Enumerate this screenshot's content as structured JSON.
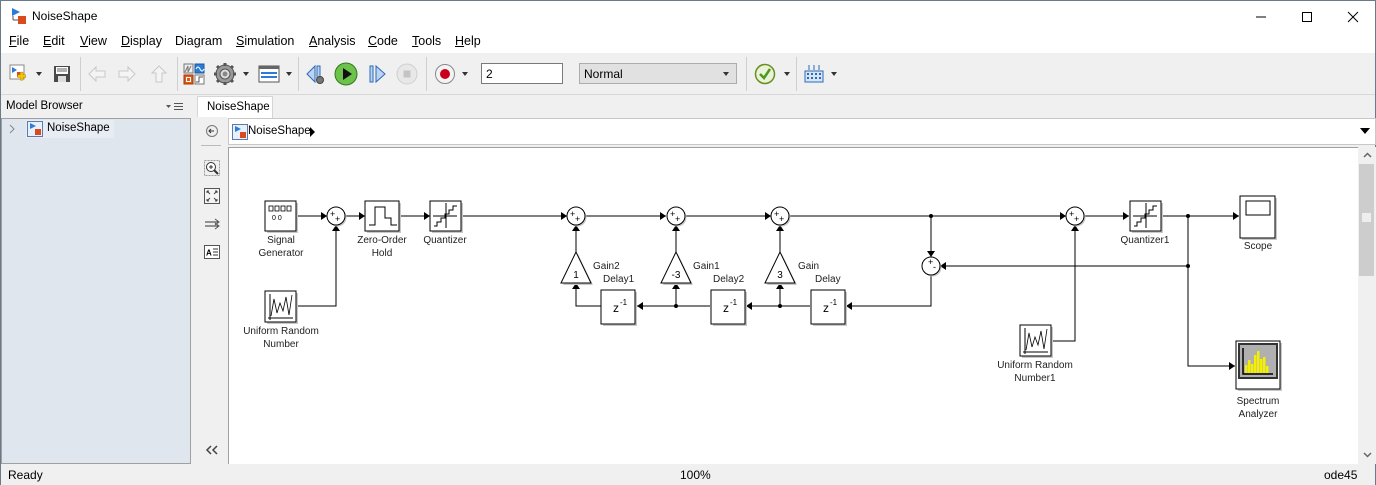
{
  "window": {
    "title": "NoiseShape",
    "minimize_icon": "minimize-icon",
    "maximize_icon": "maximize-icon",
    "close_icon": "close-icon"
  },
  "menubar": {
    "items": [
      {
        "label": "File",
        "accel": "F"
      },
      {
        "label": "Edit",
        "accel": "E"
      },
      {
        "label": "View",
        "accel": "V"
      },
      {
        "label": "Display",
        "accel": "D"
      },
      {
        "label": "Diagram",
        "accel": "g"
      },
      {
        "label": "Simulation",
        "accel": "S"
      },
      {
        "label": "Analysis",
        "accel": "A"
      },
      {
        "label": "Code",
        "accel": "C"
      },
      {
        "label": "Tools",
        "accel": "T"
      },
      {
        "label": "Help",
        "accel": "H"
      }
    ]
  },
  "toolbar": {
    "new_icon": "new-model-icon",
    "save_icon": "save-icon",
    "back_icon": "back-arrow-icon",
    "forward_icon": "forward-arrow-icon",
    "up_icon": "up-arrow-icon",
    "library_icon": "library-browser-icon",
    "settings_icon": "gear-icon",
    "explorer_icon": "model-explorer-icon",
    "step_back_icon": "step-back-icon",
    "run_icon": "run-icon",
    "step_forward_icon": "step-forward-icon",
    "stop_icon": "stop-icon",
    "record_icon": "record-icon",
    "stop_time": "2",
    "sim_mode": "Normal",
    "advisor_icon": "model-advisor-check-icon",
    "build_icon": "build-icon"
  },
  "model_browser": {
    "title": "Model Browser",
    "tree": [
      {
        "label": "NoiseShape",
        "expanded": false
      }
    ]
  },
  "tabs": [
    {
      "label": "NoiseShape",
      "active": true
    }
  ],
  "breadcrumb": {
    "items": [
      "NoiseShape"
    ]
  },
  "palette": {
    "items": [
      "hide-explorer-bar-icon",
      "zoom-icon",
      "fit-to-view-icon",
      "route-lines-icon",
      "annotation-icon",
      "collapse-icon"
    ]
  },
  "diagram": {
    "blocks": [
      {
        "id": "signal-generator",
        "label_lines": [
          "Signal",
          "Generator"
        ]
      },
      {
        "id": "uniform-random-number",
        "label_lines": [
          "Uniform Random",
          "Number"
        ]
      },
      {
        "id": "sum-input",
        "signs": [
          "+",
          "+"
        ]
      },
      {
        "id": "zero-order-hold",
        "label_lines": [
          "Zero-Order",
          "Hold"
        ]
      },
      {
        "id": "quantizer",
        "label_lines": [
          "Quantizer"
        ]
      },
      {
        "id": "sum-1",
        "signs": [
          "+",
          "+"
        ]
      },
      {
        "id": "sum-2",
        "signs": [
          "+",
          "+"
        ]
      },
      {
        "id": "sum-3",
        "signs": [
          "+",
          "+"
        ]
      },
      {
        "id": "gain2",
        "label_lines": [
          "Gain2"
        ],
        "value": "1"
      },
      {
        "id": "gain1",
        "label_lines": [
          "Gain1"
        ],
        "value": "-3"
      },
      {
        "id": "gain",
        "label_lines": [
          "Gain"
        ],
        "value": "3"
      },
      {
        "id": "delay1",
        "label_lines": [
          "Delay1"
        ],
        "value": "z-1"
      },
      {
        "id": "delay2",
        "label_lines": [
          "Delay2"
        ],
        "value": "z-1"
      },
      {
        "id": "delay",
        "label_lines": [
          "Delay"
        ],
        "value": "z-1"
      },
      {
        "id": "sum-error",
        "signs": [
          "+",
          "-"
        ]
      },
      {
        "id": "sum-out",
        "signs": [
          "+",
          "+"
        ]
      },
      {
        "id": "quantizer1",
        "label_lines": [
          "Quantizer1"
        ]
      },
      {
        "id": "uniform-random-number1",
        "label_lines": [
          "Uniform Random",
          "Number1"
        ]
      },
      {
        "id": "scope",
        "label_lines": [
          "Scope"
        ]
      },
      {
        "id": "spectrum-analyzer",
        "label_lines": [
          "Spectrum",
          "Analyzer"
        ]
      }
    ],
    "delay_text": "z",
    "delay_exp": "-1"
  },
  "statusbar": {
    "status": "Ready",
    "zoom": "100%",
    "solver": "ode45"
  },
  "colors": {
    "run_green": "#3aa02c",
    "record_red": "#c8001e",
    "spectrum_yellow": "#f5f000",
    "tree_bg": "#dfe6ee"
  }
}
